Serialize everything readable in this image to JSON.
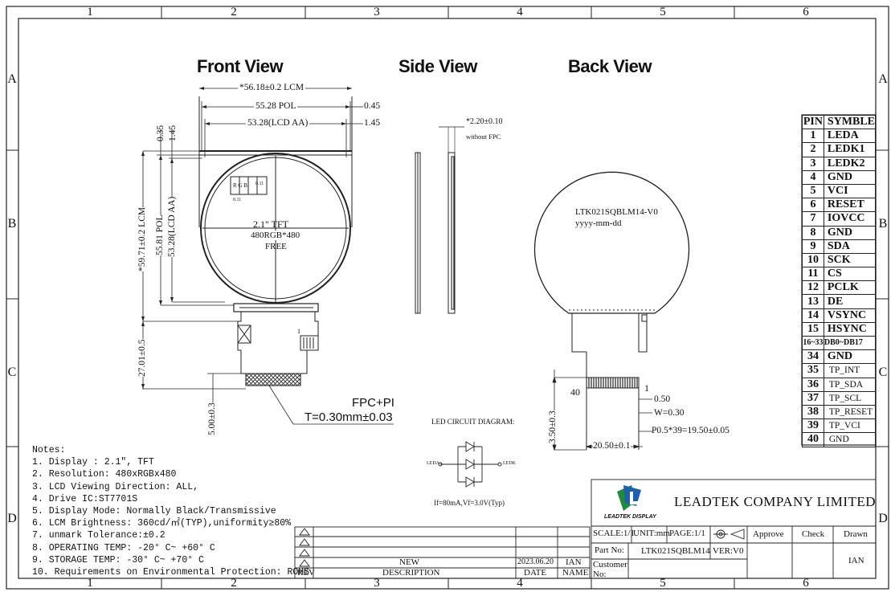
{
  "grid": {
    "columns": [
      "1",
      "2",
      "3",
      "4",
      "5",
      "6"
    ],
    "rows": [
      "A",
      "B",
      "C",
      "D"
    ]
  },
  "views": {
    "front": "Front View",
    "side": "Side View",
    "back": "Back View"
  },
  "front_dims": {
    "lcm_width": "*56.18±0.2 LCM",
    "pol_width": "55.28 POL",
    "aa_width": "53.28(LCD AA)",
    "right_045": "0.45",
    "right_145": "1.45",
    "left_035": "0.35",
    "left_145": "1.45",
    "lcm_height": "*59.71±0.2 LCM",
    "pol_height": "55.81 POL",
    "aa_height": "53.28(LCD AA)",
    "fpc_length": "27.01±0.5",
    "fpc_tail": "5.00±0.3",
    "center_line1": "2.1\" TFT",
    "center_line2": "480RGB*480",
    "center_line3": "FREE",
    "pin1_label": "1",
    "fpc_note_title": "FPC+PI",
    "fpc_note_thickness": "T=0.30mm±0.03",
    "pixel_rgb": "R G B",
    "pixel_dim_w": "0.11",
    "pixel_dim_h": "0.11"
  },
  "side_dims": {
    "thickness": "*2.20±0.10",
    "note": "without FPC"
  },
  "back_dims": {
    "part_label": "LTK021SQBLM14-V0",
    "date_label": "yyyy-mm-dd",
    "pin40": "40",
    "pin1": "1",
    "d050": "0.50",
    "w030": "W=0.30",
    "pitch": "P0.5*39=19.50±0.05",
    "width": "20.50±0.1",
    "tail": "3.50±0.3"
  },
  "led": {
    "title": "LED CIRCUIT DIAGRAM:",
    "leda": "LEDA",
    "ledk": "LEDK",
    "spec": "If=80mA,Vf=3.0V(Typ)"
  },
  "pins": {
    "header_pin": "PIN",
    "header_symble": "SYMBLE",
    "rows": [
      {
        "n": "1",
        "s": "LEDA"
      },
      {
        "n": "2",
        "s": "LEDK1"
      },
      {
        "n": "3",
        "s": "LEDK2"
      },
      {
        "n": "4",
        "s": "GND"
      },
      {
        "n": "5",
        "s": "VCI"
      },
      {
        "n": "6",
        "s": "RESET"
      },
      {
        "n": "7",
        "s": "IOVCC"
      },
      {
        "n": "8",
        "s": "GND"
      },
      {
        "n": "9",
        "s": "SDA"
      },
      {
        "n": "10",
        "s": "SCK"
      },
      {
        "n": "11",
        "s": "CS"
      },
      {
        "n": "12",
        "s": "PCLK"
      },
      {
        "n": "13",
        "s": "DE"
      },
      {
        "n": "14",
        "s": "VSYNC"
      },
      {
        "n": "15",
        "s": "HSYNC"
      },
      {
        "n": "16~33",
        "s": "DB0~DB17"
      },
      {
        "n": "34",
        "s": "GND"
      },
      {
        "n": "35",
        "s": "TP_INT"
      },
      {
        "n": "36",
        "s": "TP_SDA"
      },
      {
        "n": "37",
        "s": "TP_SCL"
      },
      {
        "n": "38",
        "s": "TP_RESET"
      },
      {
        "n": "39",
        "s": "TP_VCI"
      },
      {
        "n": "40",
        "s": "GND"
      }
    ]
  },
  "notes": [
    "Notes:",
    "1. Display : 2.1\",  TFT",
    "2. Resolution: 480xRGBx480",
    "3. LCD Viewing Direction: ALL,",
    "4. Drive IC:ST7701S",
    "5. Display Mode: Normally Black/Transmissive",
    "6. LCM Brightness: 360cd/㎡(TYP),uniformity≥80%",
    "7. unmark Tolerance:±0.2",
    "8. OPERATING TEMP: -20° C~ +60° C",
    "9. STORAGE TEMP: -30° C~ +70° C",
    "10. Requirements on Environmental Protection: ROHS"
  ],
  "title_block": {
    "company": "LEADTEK COMPANY LIMITED",
    "logo_text": "LEADTEK DISPLAY",
    "scale": "SCALE:1/1",
    "unit": "UNIT:mm",
    "page": "PAGE:1/1",
    "part_no_label": "Part No:",
    "part_no": "LTK021SQBLM14",
    "ver": "VER:V0",
    "customer_label": "Customer No:",
    "approve": "Approve",
    "check": "Check",
    "drawn": "Drawn",
    "drawn_by": "IAN",
    "rev_label": "REV",
    "description_label": "DESCRIPTION",
    "date_label": "DATE",
    "name_label": "NAME",
    "rev_new": "NEW",
    "rev_date": "2023.06.20",
    "rev_name": "IAN"
  }
}
